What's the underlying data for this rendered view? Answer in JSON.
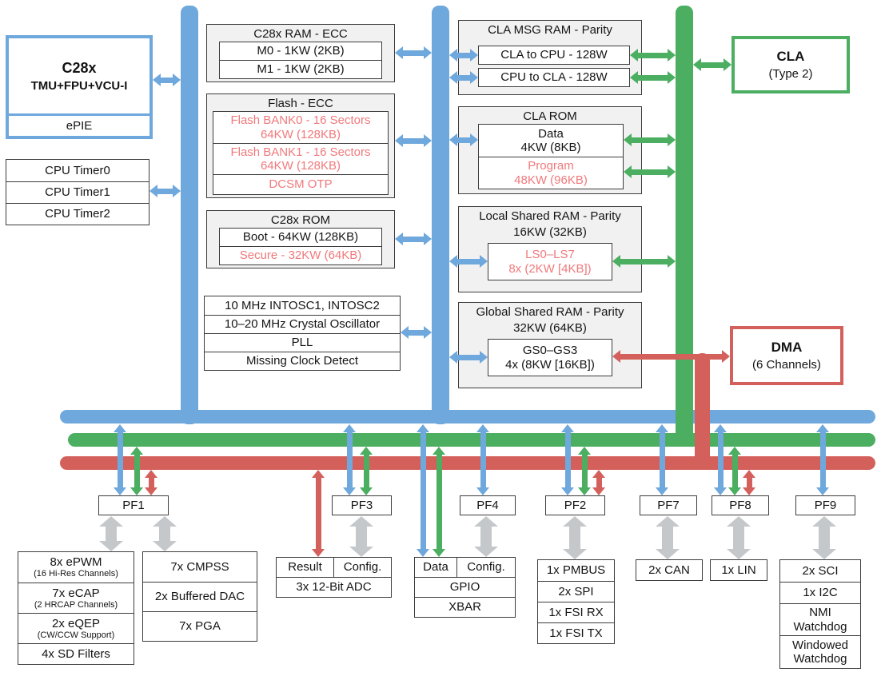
{
  "colors": {
    "cpu_memory_bus_blue": "#6FA8DC",
    "cla_bus_green": "#4BAE60",
    "dma_bus_red": "#D4605C",
    "highlight_text_red": "#F0797C",
    "group_background_gray": "#F1F1F2",
    "peripheral_arrow_gray": "#C5C8CB"
  },
  "cpu": {
    "title": "C28x",
    "subtitle": "TMU+FPU+VCU-I",
    "epie_label": "ePIE"
  },
  "cpu_timers": [
    "CPU Timer0",
    "CPU Timer1",
    "CPU Timer2"
  ],
  "c28x_ram": {
    "title": "C28x RAM - ECC",
    "m0": "M0 - 1KW (2KB)",
    "m1": "M1 - 1KW (2KB)"
  },
  "flash": {
    "title": "Flash - ECC",
    "bank0_line1": "Flash BANK0 - 16 Sectors",
    "bank0_line2": "64KW (128KB)",
    "bank1_line1": "Flash BANK1 - 16 Sectors",
    "bank1_line2": "64KW (128KB)",
    "otp": "DCSM OTP"
  },
  "c28x_rom": {
    "title": "C28x ROM",
    "boot": "Boot - 64KW (128KB)",
    "secure": "Secure - 32KW (64KB)"
  },
  "clock": [
    "10 MHz INTOSC1, INTOSC2",
    "10–20 MHz Crystal Oscillator",
    "PLL",
    "Missing Clock Detect"
  ],
  "cla_msg_ram": {
    "title": "CLA MSG RAM - Parity",
    "cla_to_cpu": "CLA to CPU - 128W",
    "cpu_to_cla": "CPU to CLA - 128W"
  },
  "cla_rom": {
    "title": "CLA ROM",
    "data_line1": "Data",
    "data_line2": "4KW (8KB)",
    "program_line1": "Program",
    "program_line2": "48KW (96KB)"
  },
  "local_shared_ram": {
    "title_line1": "Local Shared RAM - Parity",
    "title_line2": "16KW (32KB)",
    "banks_line1": "LS0–LS7",
    "banks_line2": "8x (2KW [4KB])"
  },
  "global_shared_ram": {
    "title_line1": "Global Shared RAM - Parity",
    "title_line2": "32KW (64KB)",
    "banks_line1": "GS0–GS3",
    "banks_line2": "4x (8KW [16KB])"
  },
  "cla": {
    "title": "CLA",
    "subtitle": "(Type 2)"
  },
  "dma": {
    "title": "DMA",
    "subtitle": "(6 Channels)"
  },
  "peripheral_frames": {
    "pf1": "PF1",
    "pf3": "PF3",
    "pf4": "PF4",
    "pf2": "PF2",
    "pf7": "PF7",
    "pf8": "PF8",
    "pf9": "PF9"
  },
  "control_peripherals": {
    "epwm_main": "8x ePWM",
    "epwm_sub": "(16 Hi-Res Channels)",
    "ecap_main": "7x eCAP",
    "ecap_sub": "(2 HRCAP Channels)",
    "eqep_main": "2x eQEP",
    "eqep_sub": "(CW/CCW Support)",
    "sd_filters": "4x SD Filters"
  },
  "analog_peripherals": {
    "cmpss": "7x CMPSS",
    "dac": "2x Buffered DAC",
    "pga": "7x PGA"
  },
  "adc": {
    "result": "Result",
    "config": "Config.",
    "label": "3x 12-Bit ADC"
  },
  "gpio_block": {
    "data": "Data",
    "config": "Config.",
    "gpio": "GPIO",
    "xbar": "XBAR"
  },
  "pf2_peripherals": [
    "1x PMBUS",
    "2x SPI",
    "1x FSI RX",
    "1x FSI TX"
  ],
  "pf7_peripherals": [
    "2x CAN"
  ],
  "pf8_peripherals": [
    "1x LIN"
  ],
  "pf9_peripherals": {
    "sci": "2x SCI",
    "i2c": "1x I2C",
    "nmi_line1": "NMI",
    "nmi_line2": "Watchdog",
    "wwd_line1": "Windowed",
    "wwd_line2": "Watchdog"
  }
}
